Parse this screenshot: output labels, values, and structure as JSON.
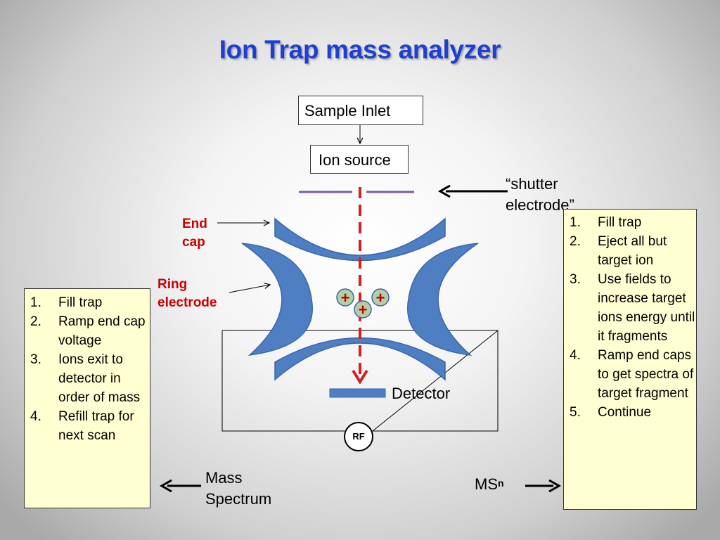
{
  "title": "Ion Trap mass analyzer",
  "components": {
    "sample_inlet": "Sample Inlet",
    "ion_source": "Ion source",
    "shutter_electrode": "“shutter electrode”",
    "end_cap": "End cap",
    "ring_electrode": "Ring electrode",
    "detector": "Detector",
    "rf": "RF",
    "ion_symbol": "+"
  },
  "outputs": {
    "mass_spectrum": "Mass Spectrum",
    "msn_base": "MS",
    "msn_sup": "n"
  },
  "left_steps": [
    {
      "num": "1.",
      "text": "Fill trap"
    },
    {
      "num": "2.",
      "text": "Ramp end cap voltage"
    },
    {
      "num": "3.",
      "text": "Ions exit to detector in order of mass"
    },
    {
      "num": "4.",
      "text": "Refill trap for next scan"
    }
  ],
  "right_steps": [
    {
      "num": "1.",
      "text": "Fill trap"
    },
    {
      "num": "2.",
      "text": "Eject all but target ion"
    },
    {
      "num": "3.",
      "text": "Use fields to increase target ions energy until it fragments"
    },
    {
      "num": "4.",
      "text": "Ramp end caps to get spectra of target fragment"
    },
    {
      "num": "5.",
      "text": "Continue"
    }
  ],
  "colors": {
    "title": "#1f3fd1",
    "electrode_fill": "#4f7fc3",
    "electrode_stroke": "#3b66a8",
    "ion_path": "#d42020",
    "ion_fill": "#b5cea5",
    "ion_plus": "#c00000",
    "shutter": "#7b5aa6",
    "label_red": "#cc0000",
    "steps_bg": "#ffffd2"
  }
}
